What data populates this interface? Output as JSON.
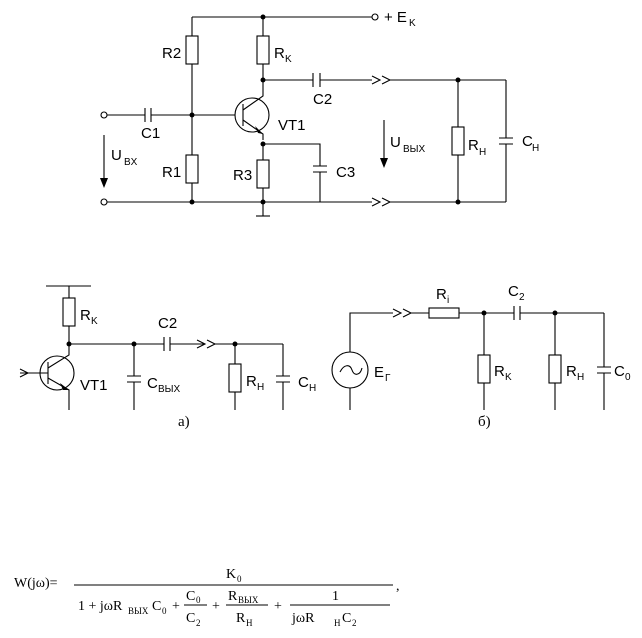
{
  "top_circuit": {
    "supply": "+ E",
    "supply_sub": "K",
    "r2": "R2",
    "rk": "R",
    "rk_sub": "K",
    "c2": "C2",
    "c1": "C1",
    "vt1": "VT1",
    "uvx": "U",
    "uvx_sub": "BX",
    "r1": "R1",
    "r3": "R3",
    "c3": "C3",
    "uvyx": "U",
    "uvyx_sub": "BЫX",
    "rn": "R",
    "rn_sub": "H",
    "cn": "C",
    "cn_sub": "H"
  },
  "circuit_a": {
    "rk": "R",
    "rk_sub": "K",
    "c2": "C2",
    "cvyx": "C",
    "cvyx_sub": "BЫX",
    "vt1": "VT1",
    "rn": "R",
    "rn_sub": "H",
    "cn": "C",
    "cn_sub": "H",
    "caption": "а)"
  },
  "circuit_b": {
    "ri": "R",
    "ri_sub": "i",
    "c2": "C",
    "c2_sub": "2",
    "eg": "E",
    "eg_sub": "Г",
    "rk": "R",
    "rk_sub": "K",
    "rn": "R",
    "rn_sub": "H",
    "c0": "C",
    "c0_sub": "0",
    "caption": "б)"
  },
  "formula": {
    "lhs": "W(jω)=",
    "numerator": "K",
    "numerator_sub": "0",
    "den_1": "1 + jωR",
    "den_1_sub": "BЫX",
    "den_1_c": "C",
    "den_1_c_sub": "0",
    "plus": "+",
    "f1_num": "C",
    "f1_num_sub": "0",
    "f1_den": "C",
    "f1_den_sub": "2",
    "f2_num": "R",
    "f2_num_sub": "BЫX",
    "f2_den": "R",
    "f2_den_sub": "H",
    "f3_num": "1",
    "f3_den": "jωR",
    "f3_den_sub": "H",
    "f3_den_c": "C",
    "f3_den_c_sub": "2",
    "trail": ","
  }
}
